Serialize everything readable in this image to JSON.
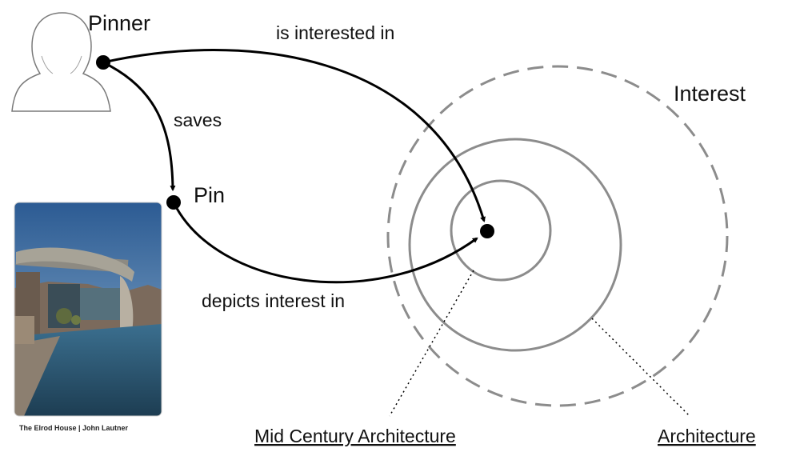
{
  "nodes": {
    "pinner": "Pinner",
    "pin": "Pin",
    "interest": "Interest"
  },
  "edges": {
    "is_interested_in": "is interested in",
    "saves": "saves",
    "depicts_interest_in": "depicts interest in"
  },
  "circles": {
    "inner": "Mid Century Architecture",
    "outer": "Architecture"
  },
  "photo": {
    "caption": "The Elrod House | John Lautner"
  },
  "icons": {
    "person": "person-silhouette-icon"
  },
  "colors": {
    "edge": "#000000",
    "circle": "#8c8c8c"
  }
}
